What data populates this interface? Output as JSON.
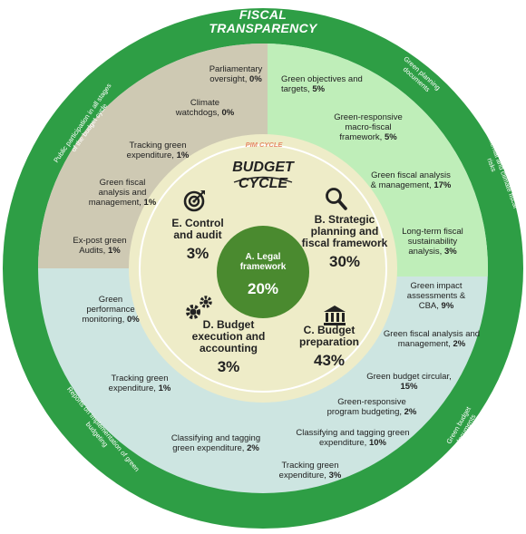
{
  "title": "FISCAL TRANSPARENCY",
  "outer_ring_labels": {
    "left": "Public participation in all stages of the budget cycle",
    "right_top": "Green planning documents",
    "right_mid": "Environmental and climate fiscal risks",
    "right_bottom": "Green budget documents",
    "left_bottom": "Reports on implementation of green budgeting"
  },
  "pim_cycle_label": "PIM CYCLE",
  "budget_cycle_label": {
    "line1": "BUDGET",
    "line2": "CYCLE"
  },
  "center": {
    "label": "A. Legal framework",
    "pct": "20%"
  },
  "stages": {
    "e": {
      "label": "E. Control and audit",
      "pct": "3%"
    },
    "b": {
      "label": "B. Strategic planning and fiscal framework",
      "pct": "30%"
    },
    "c": {
      "label": "C. Budget preparation",
      "pct": "43%"
    },
    "d": {
      "label": "D. Budget execution and accounting",
      "pct": "3%"
    }
  },
  "items_control": [
    {
      "text": "Parliamentary oversight,",
      "pct": "0%"
    },
    {
      "text": "Climate watchdogs,",
      "pct": "0%"
    },
    {
      "text": "Tracking green expenditure,",
      "pct": "1%"
    },
    {
      "text": "Green fiscal analysis and management,",
      "pct": "1%"
    },
    {
      "text": "Ex-post green Audits,",
      "pct": "1%"
    }
  ],
  "items_planning": [
    {
      "text": "Green objectives and targets,",
      "pct": "5%"
    },
    {
      "text": "Green-responsive macro-fiscal framework,",
      "pct": "5%"
    },
    {
      "text": "Green fiscal analysis & management,",
      "pct": "17%"
    },
    {
      "text": "Long-term fiscal sustainability analysis,",
      "pct": "3%"
    }
  ],
  "items_preparation": [
    {
      "text": "Green impact assessments & CBA,",
      "pct": "9%"
    },
    {
      "text": "Green fiscal analysis and management,",
      "pct": "2%"
    },
    {
      "text": "Green budget circular,",
      "pct": "15%"
    },
    {
      "text": "Green-responsive program budgeting,",
      "pct": "2%"
    },
    {
      "text": "Classifying and tagging green expenditure,",
      "pct": "10%"
    },
    {
      "text": "Tracking green expenditure,",
      "pct": "3%"
    }
  ],
  "items_execution": [
    {
      "text": "Green performance monitoring,",
      "pct": "0%"
    },
    {
      "text": "Tracking green expenditure,",
      "pct": "1%"
    },
    {
      "text": "Classifying and tagging green expenditure,",
      "pct": "2%"
    }
  ],
  "colors": {
    "outer_ring": "#2e9e45",
    "quad_control": "#cec9b3",
    "quad_planning": "#bfeeb9",
    "quad_bottom": "#cde5e1",
    "inner_ring": "#eeecc8",
    "core": "#4a8a2f"
  }
}
